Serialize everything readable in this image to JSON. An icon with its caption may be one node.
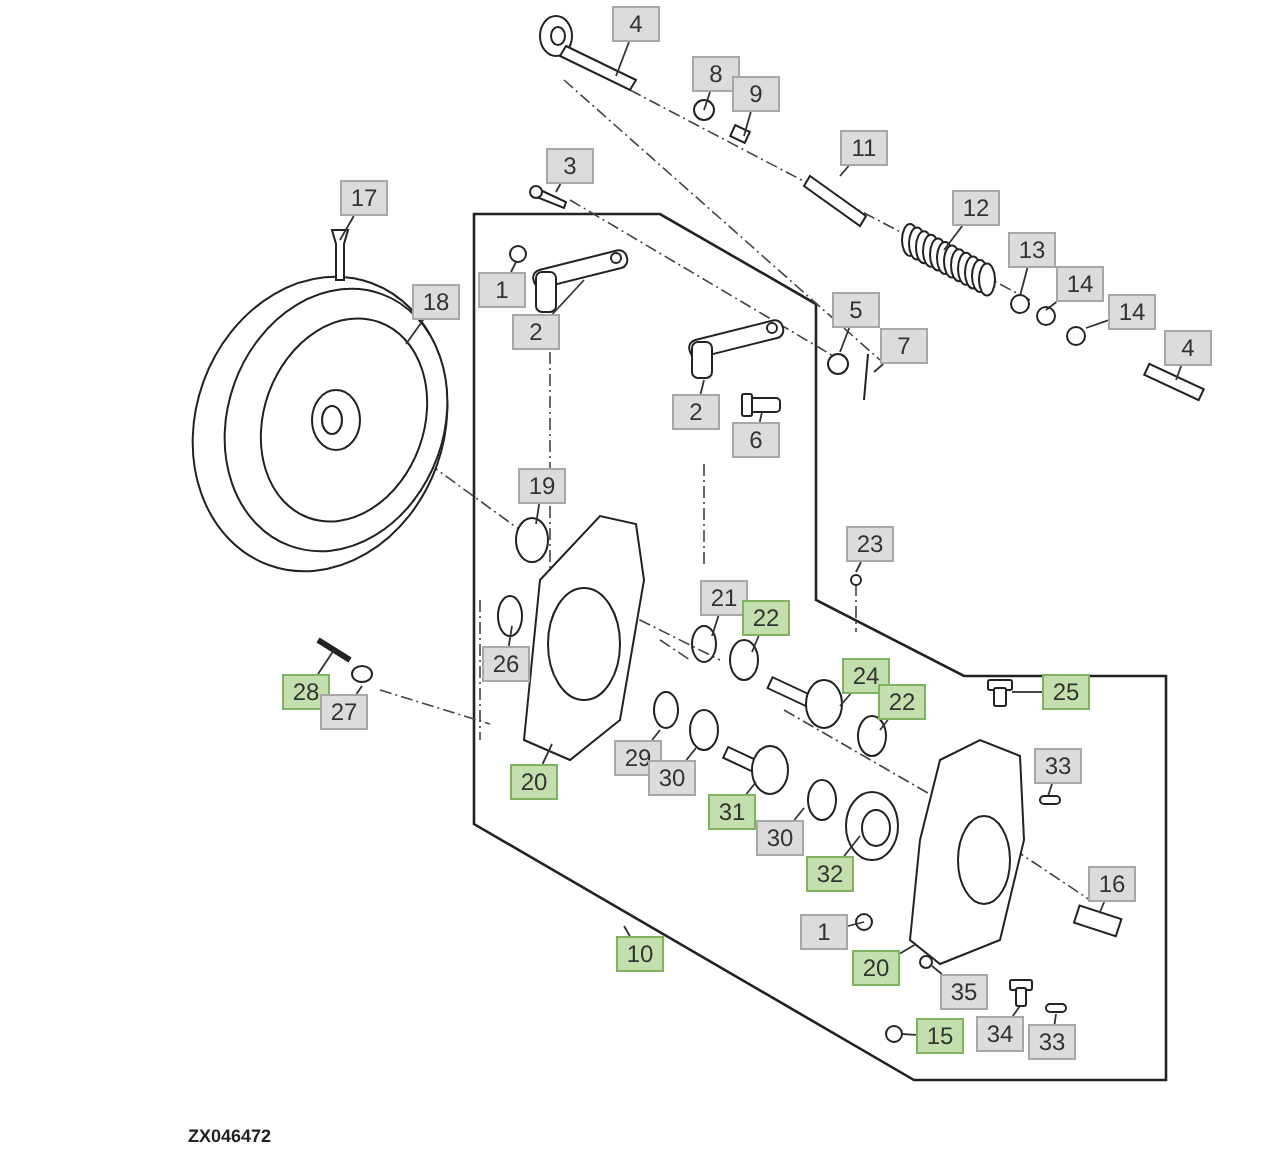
{
  "diagram": {
    "nodes": [
      {
        "text": [
          "4"
        ]
      },
      {
        "text": [
          "8"
        ]
      },
      {
        "text": [
          "9"
        ]
      },
      {
        "text": [
          "3"
        ]
      },
      {
        "text": [
          "11"
        ]
      },
      {
        "text": [
          "17"
        ]
      },
      {
        "text": [
          "12"
        ]
      },
      {
        "text": [
          "1"
        ]
      },
      {
        "text": [
          "13"
        ]
      },
      {
        "text": [
          "14"
        ]
      },
      {
        "text": [
          "14"
        ]
      },
      {
        "text": [
          "18"
        ]
      },
      {
        "text": [
          "2"
        ]
      },
      {
        "text": [
          "5"
        ]
      },
      {
        "text": [
          "7"
        ]
      },
      {
        "text": [
          "4"
        ]
      },
      {
        "text": [
          "2"
        ]
      },
      {
        "text": [
          "6"
        ]
      },
      {
        "text": [
          "19"
        ]
      },
      {
        "text": [
          "23"
        ]
      },
      {
        "text": [
          "21"
        ]
      },
      {
        "text": [
          "22"
        ]
      },
      {
        "text": [
          "26"
        ]
      },
      {
        "text": [
          "24"
        ]
      },
      {
        "text": [
          "28"
        ]
      },
      {
        "text": [
          "27"
        ]
      },
      {
        "text": [
          "22"
        ]
      },
      {
        "text": [
          "25"
        ]
      },
      {
        "text": [
          "20"
        ]
      },
      {
        "text": [
          "29"
        ]
      },
      {
        "text": [
          "30"
        ]
      },
      {
        "text": [
          "33"
        ]
      },
      {
        "text": [
          "31"
        ]
      },
      {
        "text": [
          "30"
        ]
      },
      {
        "text": [
          "32"
        ]
      },
      {
        "text": [
          "16"
        ]
      },
      {
        "text": [
          "10"
        ]
      },
      {
        "text": [
          "1"
        ]
      },
      {
        "text": [
          "20"
        ]
      },
      {
        "text": [
          "35"
        ]
      },
      {
        "text": [
          "15"
        ]
      },
      {
        "text": [
          "34"
        ]
      },
      {
        "text": [
          "33"
        ]
      }
    ],
    "edges": [
      {
        "from": 0,
        "to": null,
        "arrow": "none"
      },
      {
        "from": 1,
        "to": null,
        "arrow": "none"
      },
      {
        "from": 2,
        "to": null,
        "arrow": "none"
      },
      {
        "from": 3,
        "to": null,
        "arrow": "none"
      },
      {
        "from": 4,
        "to": null,
        "arrow": "none"
      },
      {
        "from": 5,
        "to": null,
        "arrow": "none"
      },
      {
        "from": 6,
        "to": null,
        "arrow": "none"
      },
      {
        "from": 7,
        "to": null,
        "arrow": "none"
      },
      {
        "from": 8,
        "to": null,
        "arrow": "none"
      },
      {
        "from": 9,
        "to": null,
        "arrow": "none"
      },
      {
        "from": 10,
        "to": null,
        "arrow": "none"
      },
      {
        "from": 11,
        "to": null,
        "arrow": "none"
      },
      {
        "from": 12,
        "to": null,
        "arrow": "none"
      },
      {
        "from": 13,
        "to": null,
        "arrow": "none"
      },
      {
        "from": 14,
        "to": null,
        "arrow": "none"
      },
      {
        "from": 15,
        "to": null,
        "arrow": "none"
      },
      {
        "from": 16,
        "to": null,
        "arrow": "none"
      },
      {
        "from": 17,
        "to": null,
        "arrow": "none"
      },
      {
        "from": 18,
        "to": null,
        "arrow": "none"
      },
      {
        "from": 19,
        "to": null,
        "arrow": "none"
      },
      {
        "from": 20,
        "to": null,
        "arrow": "none"
      },
      {
        "from": 21,
        "to": null,
        "arrow": "none"
      },
      {
        "from": 22,
        "to": null,
        "arrow": "none"
      },
      {
        "from": 23,
        "to": null,
        "arrow": "none"
      },
      {
        "from": 24,
        "to": null,
        "arrow": "none"
      },
      {
        "from": 25,
        "to": null,
        "arrow": "none"
      },
      {
        "from": 26,
        "to": null,
        "arrow": "none"
      },
      {
        "from": 27,
        "to": null,
        "arrow": "none"
      },
      {
        "from": 28,
        "to": null,
        "arrow": "none"
      },
      {
        "from": 29,
        "to": null,
        "arrow": "none"
      },
      {
        "from": 30,
        "to": null,
        "arrow": "none"
      },
      {
        "from": 31,
        "to": null,
        "arrow": "none"
      },
      {
        "from": 32,
        "to": null,
        "arrow": "none"
      },
      {
        "from": 33,
        "to": null,
        "arrow": "none"
      },
      {
        "from": 34,
        "to": null,
        "arrow": "none"
      },
      {
        "from": 35,
        "to": null,
        "arrow": "none"
      },
      {
        "from": 36,
        "to": null,
        "arrow": "none"
      },
      {
        "from": 37,
        "to": null,
        "arrow": "none"
      },
      {
        "from": 38,
        "to": null,
        "arrow": "none"
      },
      {
        "from": 39,
        "to": null,
        "arrow": "none"
      },
      {
        "from": 40,
        "to": null,
        "arrow": "none"
      },
      {
        "from": 41,
        "to": null,
        "arrow": "none"
      },
      {
        "from": 42,
        "to": null,
        "arrow": "none"
      }
    ],
    "labels": [
      "ZX046472"
    ]
  }
}
